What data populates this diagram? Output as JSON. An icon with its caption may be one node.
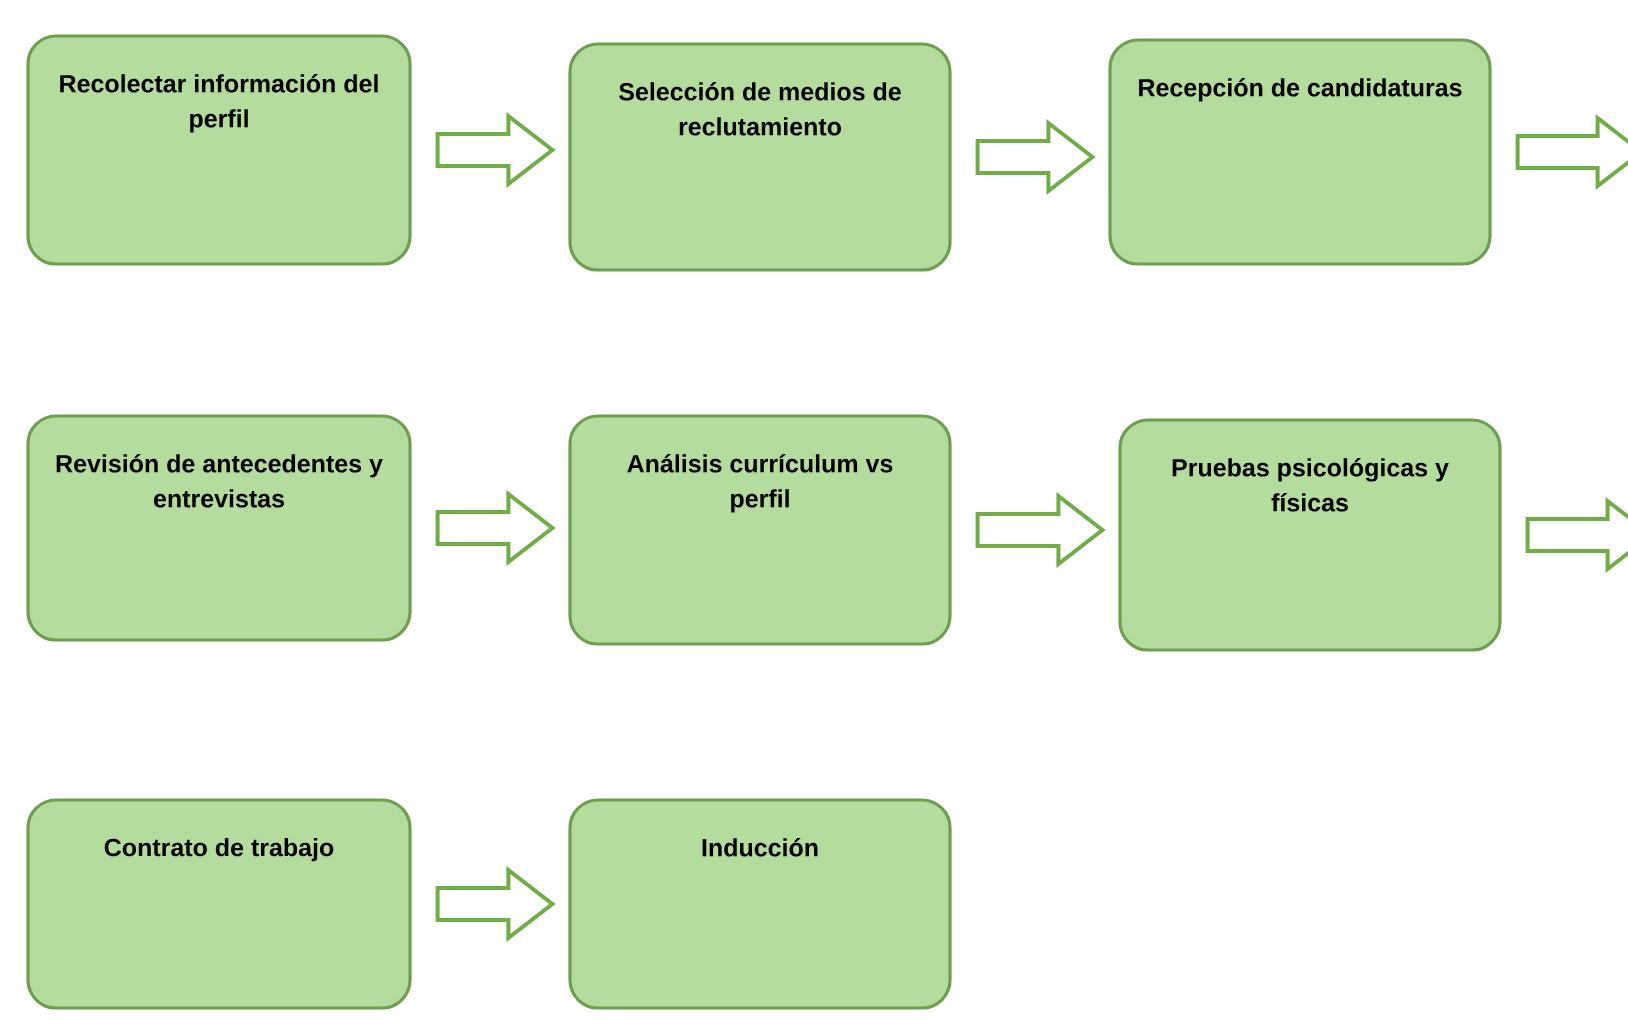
{
  "diagram": {
    "nodes": [
      {
        "text": [
          "Recolectar información del perfil"
        ]
      },
      {
        "text": [
          "Selección de medios de reclutamiento"
        ]
      },
      {
        "text": [
          "Recepción de candidaturas"
        ]
      },
      {
        "text": [
          "Revisión de antecedentes y entrevistas"
        ]
      },
      {
        "text": [
          "Análisis currículum  vs perfil"
        ]
      },
      {
        "text": [
          "Pruebas psicológicas y físicas"
        ]
      },
      {
        "text": [
          "Contrato de trabajo"
        ]
      },
      {
        "text": [
          "Inducción"
        ]
      }
    ],
    "edges": [
      {
        "from": 0,
        "to": 1,
        "arrow": "to"
      },
      {
        "from": 1,
        "to": 2,
        "arrow": "to"
      },
      {
        "from": 2,
        "to": null,
        "arrow": "to"
      },
      {
        "from": 3,
        "to": 4,
        "arrow": "to"
      },
      {
        "from": 4,
        "to": 5,
        "arrow": "to"
      },
      {
        "from": 5,
        "to": null,
        "arrow": "to"
      },
      {
        "from": 6,
        "to": 7,
        "arrow": "to"
      }
    ]
  }
}
